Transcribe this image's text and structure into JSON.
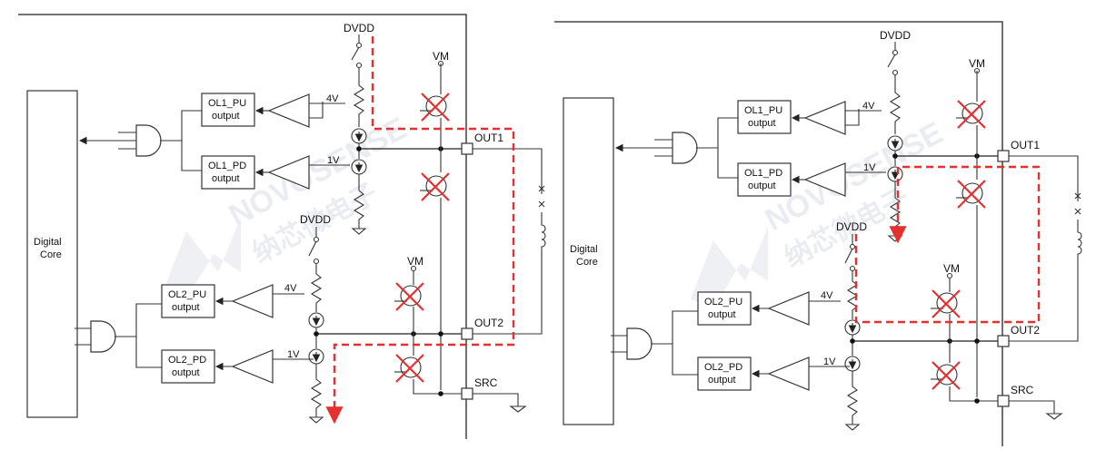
{
  "labels": {
    "dvdd": "DVDD",
    "vm": "VM",
    "digital_line1": "Digital",
    "digital_line2": "Core",
    "ol1_pu": "OL1_PU",
    "ol1_pd": "OL1_PD",
    "ol2_pu": "OL2_PU",
    "ol2_pd": "OL2_PD",
    "output": "output",
    "v4": "4V",
    "v1": "1V",
    "out1": "OUT1",
    "out2": "OUT2",
    "src": "SRC"
  },
  "watermark": {
    "latin": "NOVOSENSE",
    "chinese": "纳芯微电子"
  },
  "colors": {
    "line": "#222222",
    "current_path": "#e53030",
    "watermark": "#e9ecf1"
  }
}
